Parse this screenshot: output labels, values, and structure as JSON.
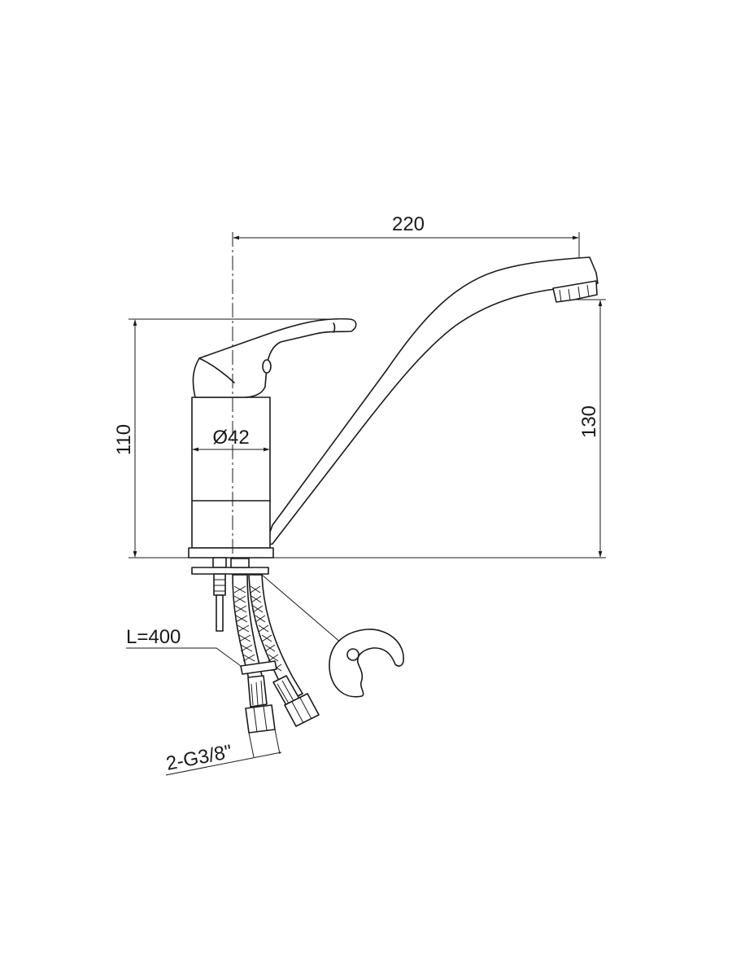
{
  "dimensions": {
    "spout_reach": "220",
    "total_height": "110",
    "spout_height": "130",
    "body_diameter": "Ø42",
    "hose_length": "L=400",
    "connection_thread": "2-G3/8\""
  },
  "icons": {
    "faucet": "single-lever-faucet-icon",
    "hoses": "braided-hose-icon",
    "clamp": "mounting-clamp-icon"
  }
}
